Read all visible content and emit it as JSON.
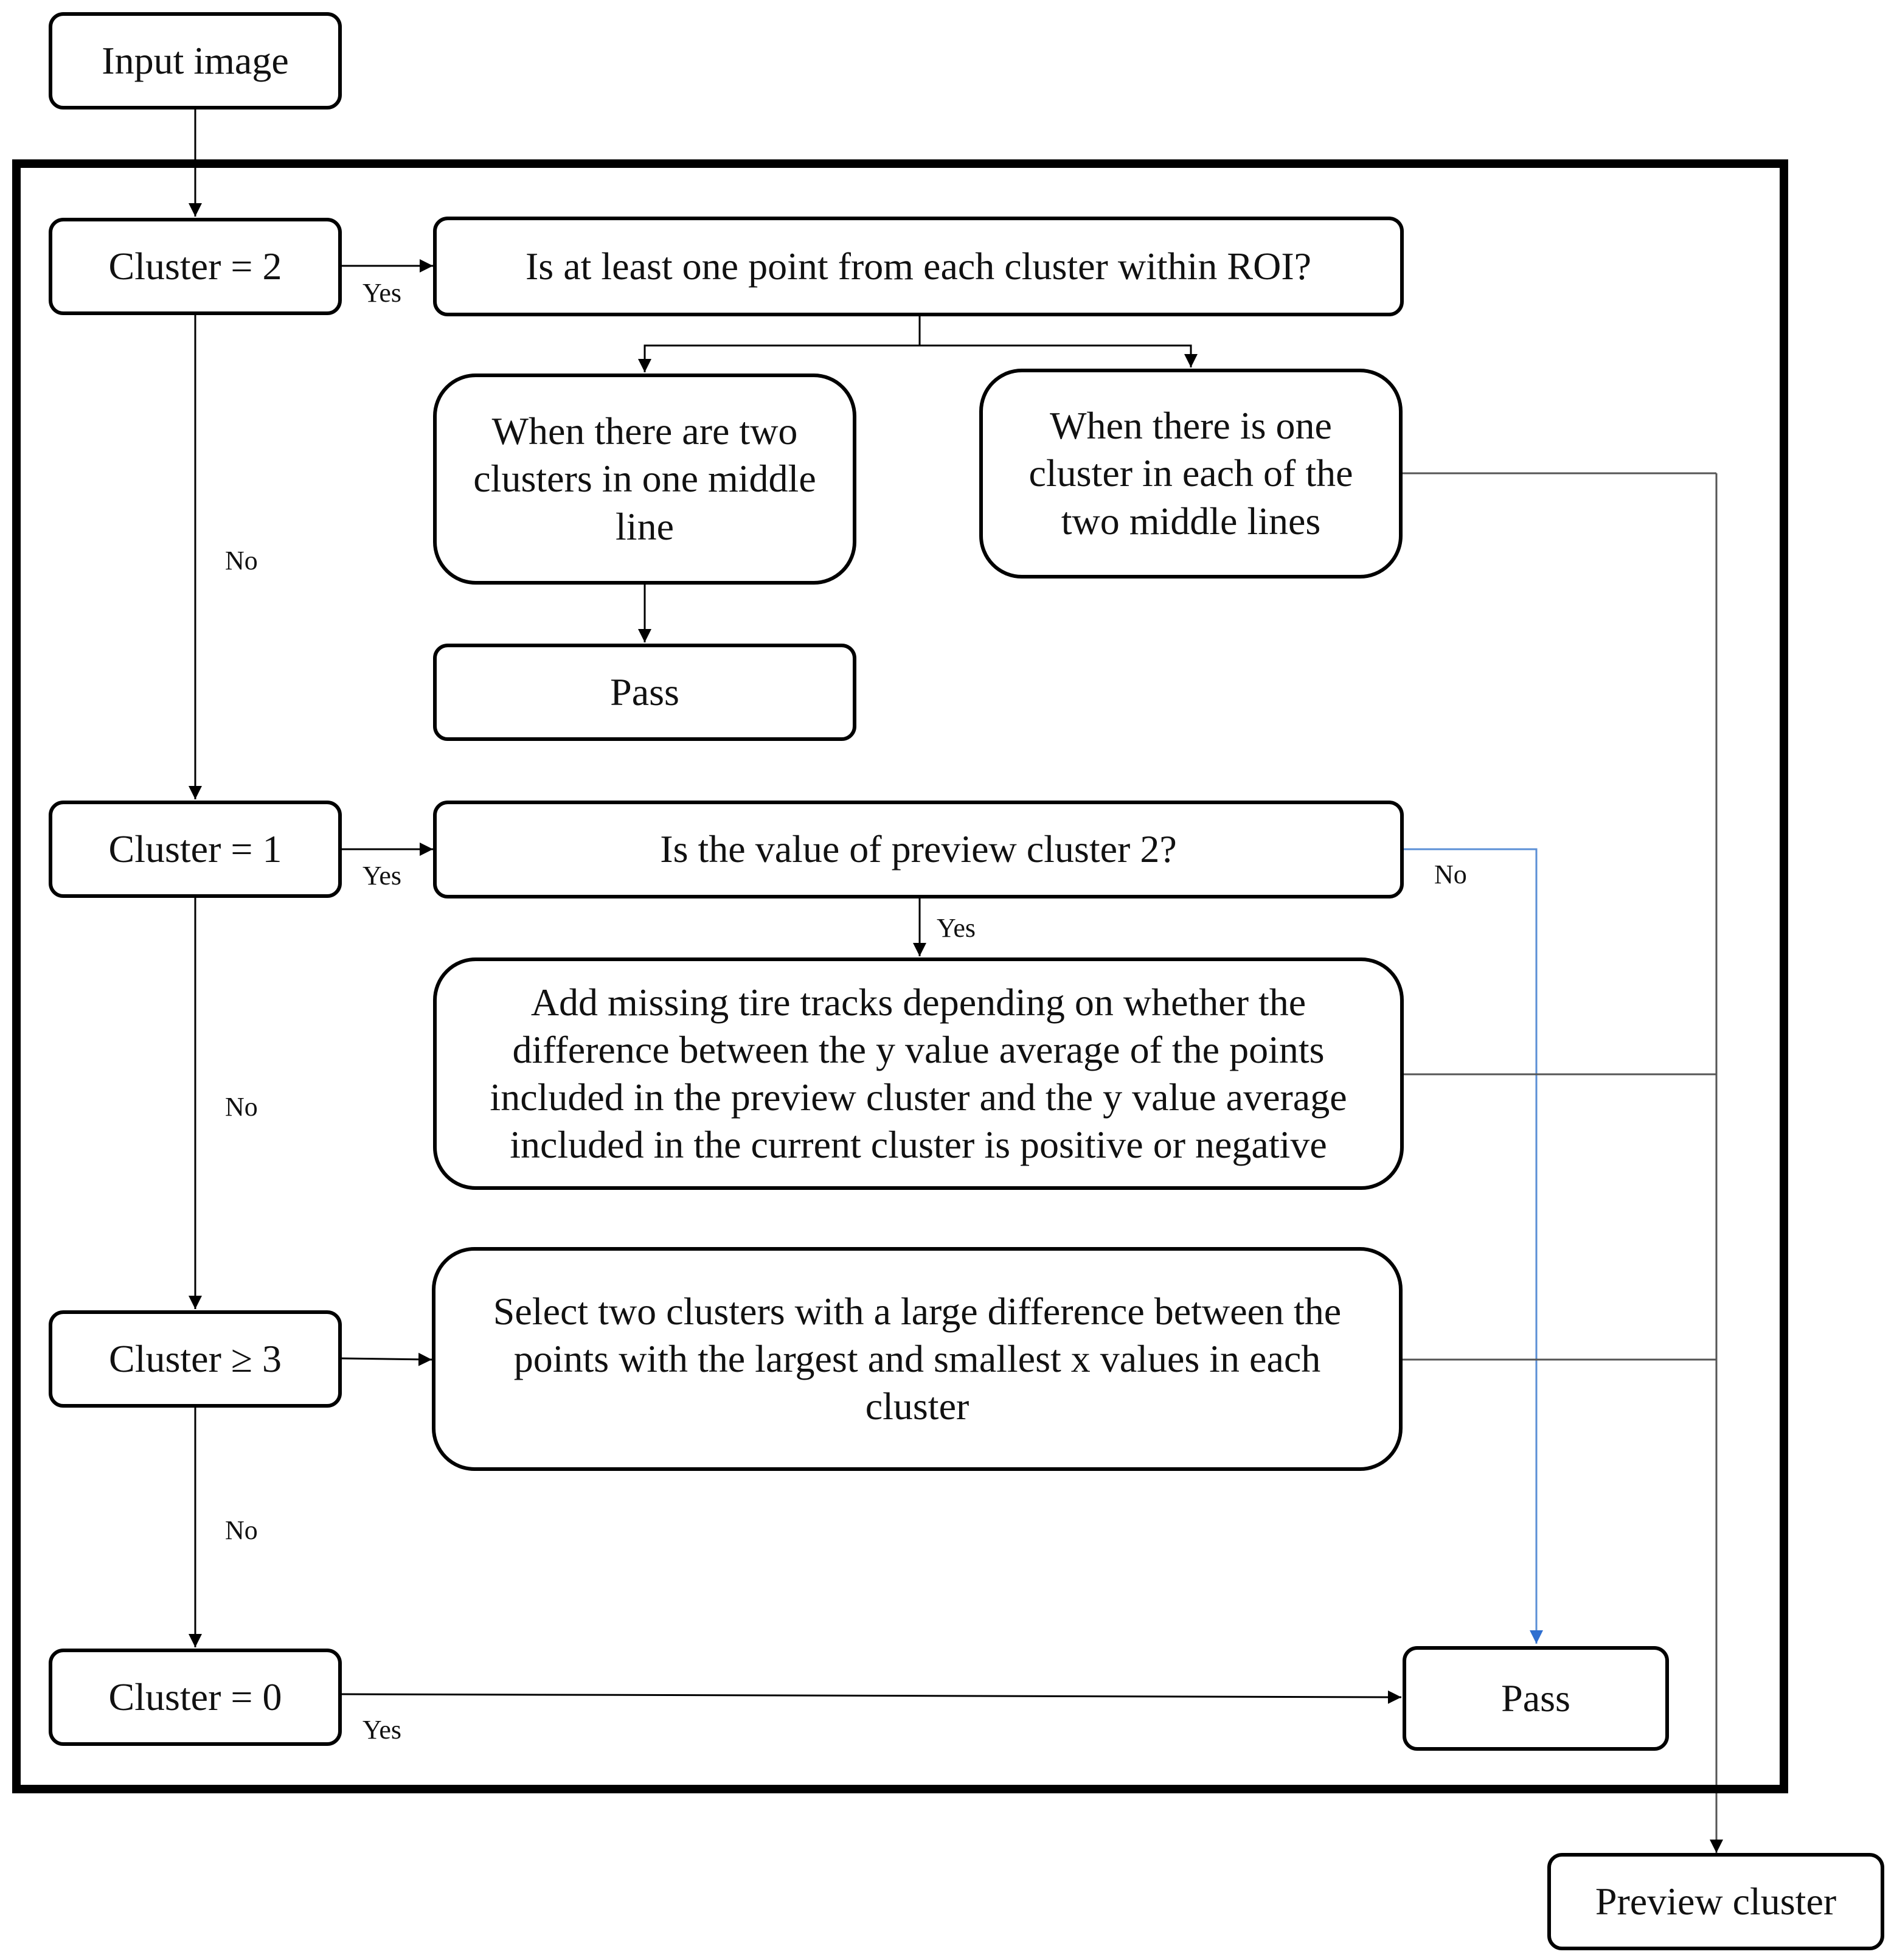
{
  "nodes": {
    "input_image": "Input image",
    "cluster_eq_2": "Cluster = 2",
    "roi_question": "Is at least one point from each cluster within ROI?",
    "two_clusters_one_line": "When there are two clusters in one middle line",
    "one_cluster_each_line": "When there is one cluster in each of the two middle lines",
    "pass_top": "Pass",
    "cluster_eq_1": "Cluster = 1",
    "preview_question": "Is the value of preview cluster 2?",
    "add_missing_tracks": "Add missing tire tracks depending on whether the difference between the y value average of the points included in the preview cluster and the y value average included in the current cluster is positive or negative",
    "cluster_ge_3": "Cluster ≥ 3",
    "select_two_clusters": "Select two clusters with a large difference between the points with the largest and smallest x values in each cluster",
    "cluster_eq_0": "Cluster = 0",
    "pass_bottom": "Pass",
    "preview_cluster": "Preview cluster"
  },
  "edge_labels": {
    "yes_cluster2": "Yes",
    "no_cluster2": "No",
    "yes_cluster1": "Yes",
    "no_preview": "No",
    "yes_preview": "Yes",
    "no_cluster1": "No",
    "no_cluster3": "No",
    "yes_cluster0": "Yes"
  },
  "colors": {
    "line": "#000000",
    "connector": "#555555",
    "blue_arrow": "#5b8fd6"
  }
}
